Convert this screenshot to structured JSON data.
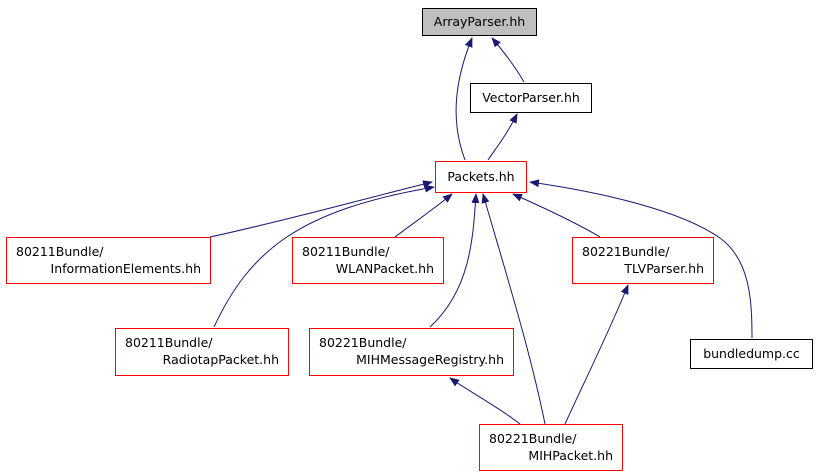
{
  "colors": {
    "edge": "#191970",
    "red_border": "#ff0000",
    "black_border": "#000000",
    "root_fill": "#bfbfbf"
  },
  "nodes": {
    "array_parser": {
      "text": "ArrayParser.hh"
    },
    "vector_parser": {
      "text": "VectorParser.hh"
    },
    "packets": {
      "text": "Packets.hh"
    },
    "info_elements": {
      "dir": "80211Bundle/",
      "file": "InformationElements.hh"
    },
    "wlan_packet": {
      "dir": "80211Bundle/",
      "file": "WLANPacket.hh"
    },
    "tlv_parser": {
      "dir": "80221Bundle/",
      "file": "TLVParser.hh"
    },
    "radiotap_packet": {
      "dir": "80211Bundle/",
      "file": "RadiotapPacket.hh"
    },
    "mih_message_registry": {
      "dir": "80221Bundle/",
      "file": "MIHMessageRegistry.hh"
    },
    "mih_packet": {
      "dir": "80221Bundle/",
      "file": "MIHPacket.hh"
    },
    "bundledump": {
      "text": "bundledump.cc"
    }
  }
}
